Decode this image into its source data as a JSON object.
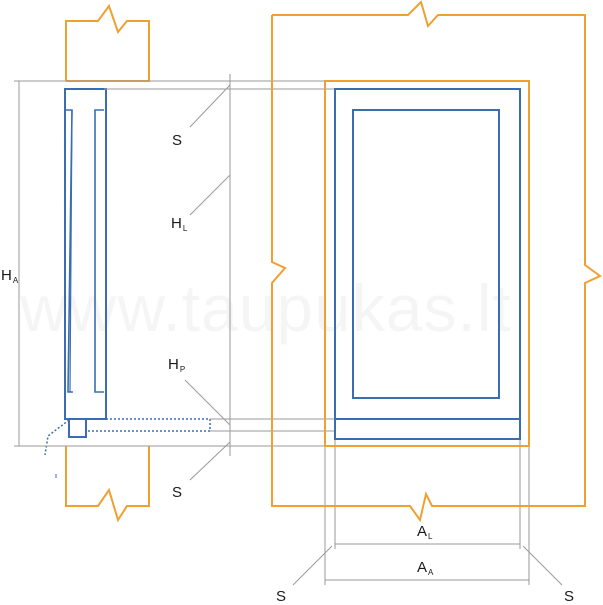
{
  "watermark": "www.taupukas.lt",
  "colors": {
    "wall": "#f0a030",
    "window": "#3b6db3",
    "dimension": "#9a9a9a",
    "text": "#1a1a1a"
  },
  "labels": {
    "ha": {
      "main": "H",
      "sub": "A"
    },
    "s_top": "S",
    "hl": {
      "main": "H",
      "sub": "L"
    },
    "hp": {
      "main": "H",
      "sub": "P"
    },
    "s_bottom": "S",
    "al": {
      "main": "A",
      "sub": "L"
    },
    "aa": {
      "main": "A",
      "sub": "A"
    },
    "s_left": "S",
    "s_right": "S"
  }
}
